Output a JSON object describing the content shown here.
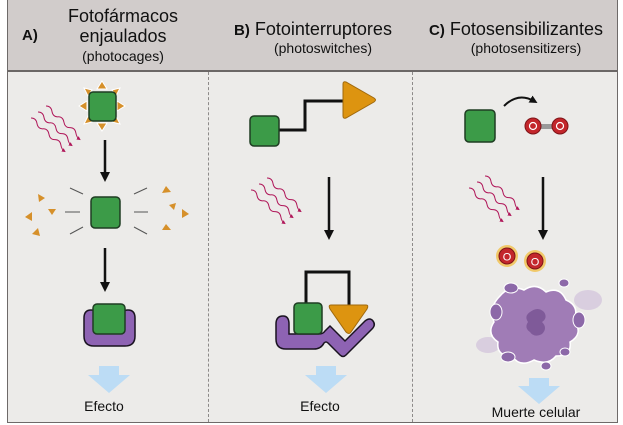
{
  "panels": [
    {
      "letter": "A)",
      "title_line1": "Fotofármacos",
      "title_line2": "enjaulados",
      "subtitle": "(photocages)",
      "effect_label": "Efecto"
    },
    {
      "letter": "B)",
      "title_line1": "Fotointerruptores",
      "subtitle": "(photoswitches)",
      "effect_label": "Efecto"
    },
    {
      "letter": "C)",
      "title_line1": "Fotosensibilizantes",
      "subtitle": "(photosensitizers)",
      "effect_label": "Muerte celular",
      "oxygen_atom_label": "O"
    }
  ],
  "colors": {
    "header_bg": "#d1cccb",
    "panel_bg": "#ecebe9",
    "drug_green": "#3c9b48",
    "cage_orange": "#d6902a",
    "switch_orange": "#dd9410",
    "receptor_purple": "#8e63b3",
    "light_ray": "#b0185a",
    "effect_arrow": "#bcdcf5",
    "oxygen_red": "#c3262b",
    "cell_purple": "#a07cb6"
  }
}
